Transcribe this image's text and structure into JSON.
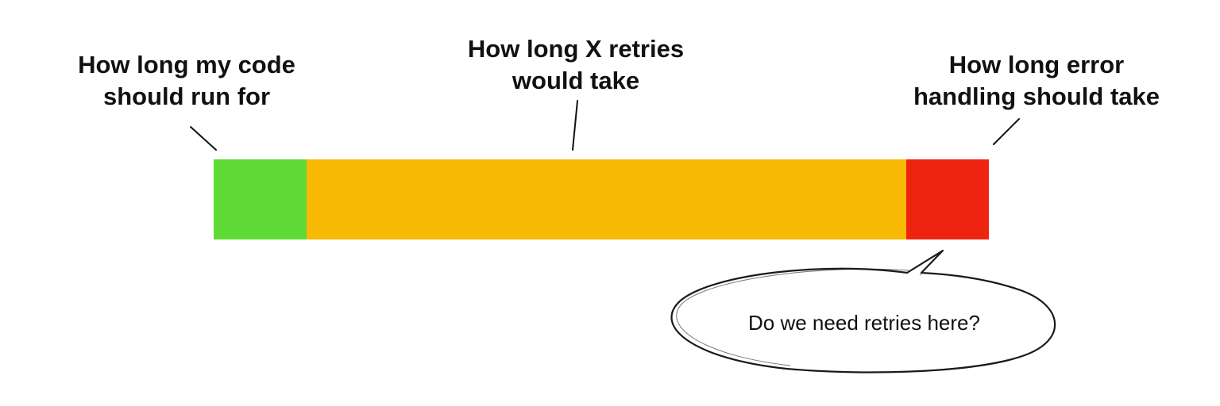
{
  "labels": {
    "code": {
      "line1": "How long my code",
      "line2": "should run for"
    },
    "retries": {
      "line1": "How long X retries",
      "line2": "would take"
    },
    "error": {
      "line1": "How long error",
      "line2": "handling should take"
    }
  },
  "bar": {
    "segments": [
      {
        "name": "code-run-segment",
        "color": "#5fd935",
        "share": 0.12
      },
      {
        "name": "retries-segment",
        "color": "#f8ba05",
        "share": 0.773
      },
      {
        "name": "error-handling-segment",
        "color": "#ef2410",
        "share": 0.107
      }
    ]
  },
  "bubble": {
    "text": "Do we need retries here?"
  }
}
